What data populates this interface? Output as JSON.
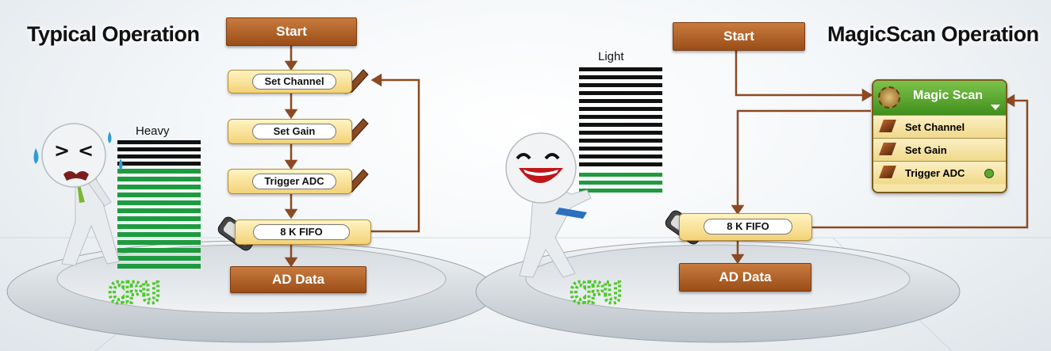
{
  "left": {
    "title": "Typical Operation",
    "start": "Start",
    "steps": [
      "Set Channel",
      "Set Gain",
      "Trigger ADC"
    ],
    "fifo": "8 K FIFO",
    "output": "AD Data",
    "load_label": "Heavy",
    "cpu": "CPU"
  },
  "right": {
    "title": "MagicScan Operation",
    "start": "Start",
    "magic_title": "Magic Scan",
    "magic_items": [
      "Set Channel",
      "Set Gain",
      "Trigger ADC"
    ],
    "fifo": "8 K FIFO",
    "output": "AD Data",
    "load_label": "Light",
    "cpu": "CPU"
  },
  "colors": {
    "brown": "#a5561d",
    "step_yellow": "#f6dd8a",
    "arrow": "#8b4a22",
    "green_bar": "#1e9b3e",
    "black_bar": "#111111",
    "magic_green": "#5aa82e"
  }
}
